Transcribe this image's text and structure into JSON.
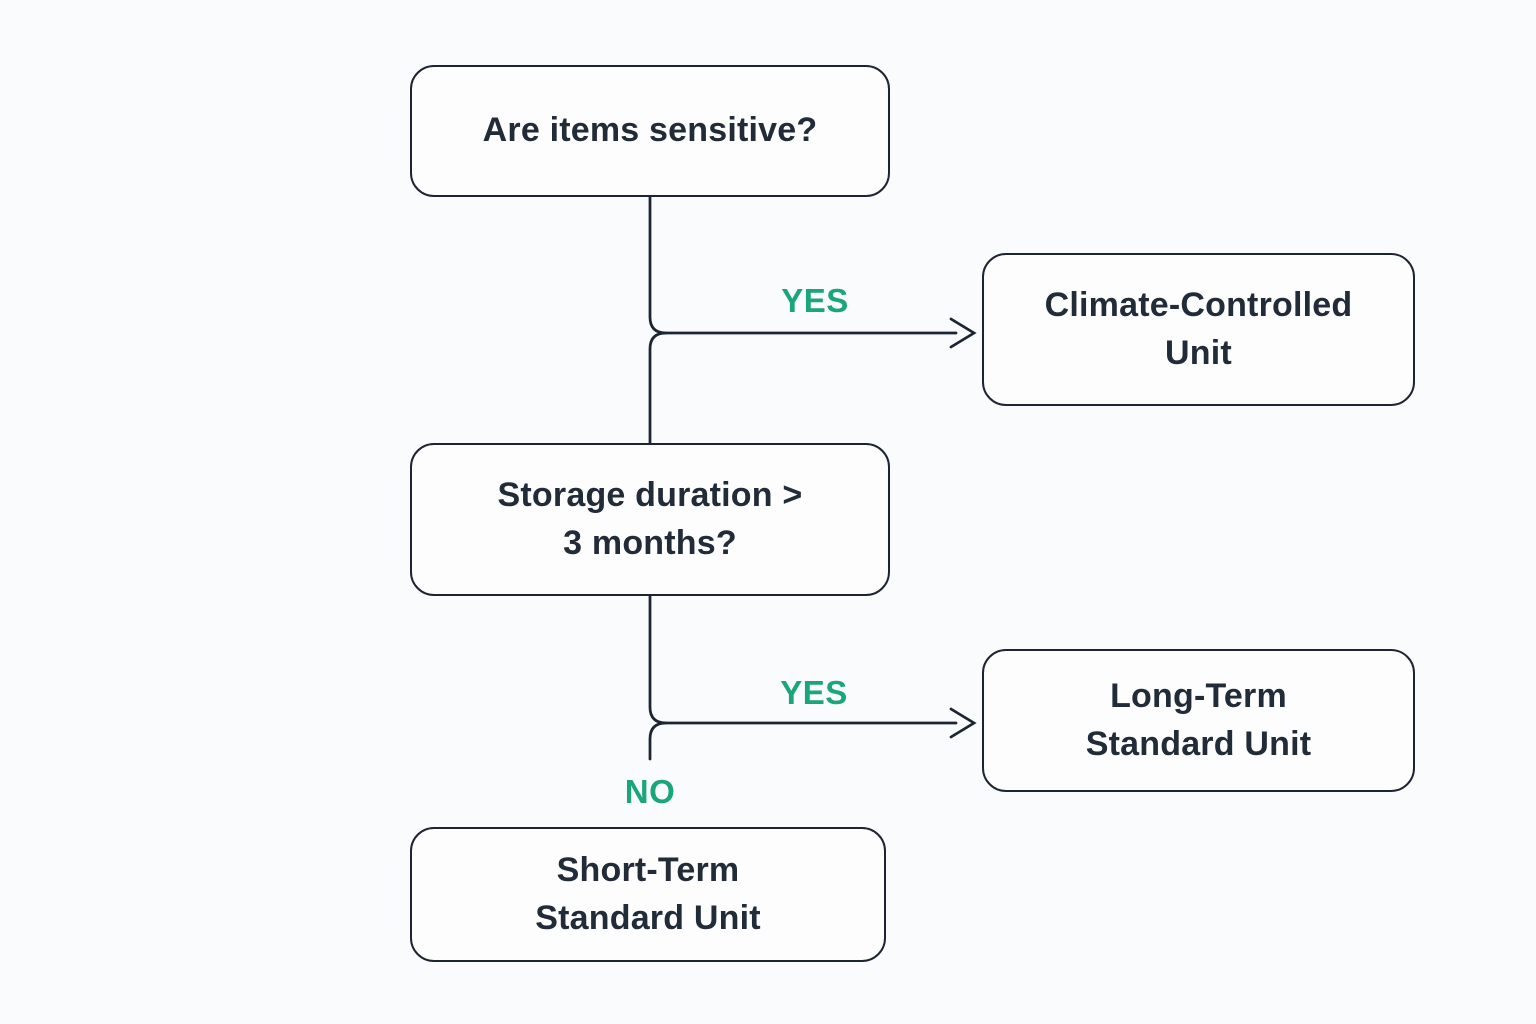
{
  "colors": {
    "background": "#fafbfd",
    "node_fill": "#fdfdfd",
    "line": "#1d2533",
    "node_text": "#222b38",
    "edge_label": "#1aa679"
  },
  "flowchart": {
    "nodes": {
      "q_sensitive": {
        "label": "Are items sensitive?"
      },
      "a_climate": {
        "label": "Climate-Controlled\nUnit"
      },
      "q_duration": {
        "label": "Storage duration >\n3 months?"
      },
      "a_long_term": {
        "label": "Long-Term\nStandard Unit"
      },
      "a_short_term": {
        "label": "Short-Term\nStandard Unit"
      }
    },
    "edge_labels": {
      "sensitive_yes": "YES",
      "duration_yes": "YES",
      "duration_no": "NO"
    }
  }
}
